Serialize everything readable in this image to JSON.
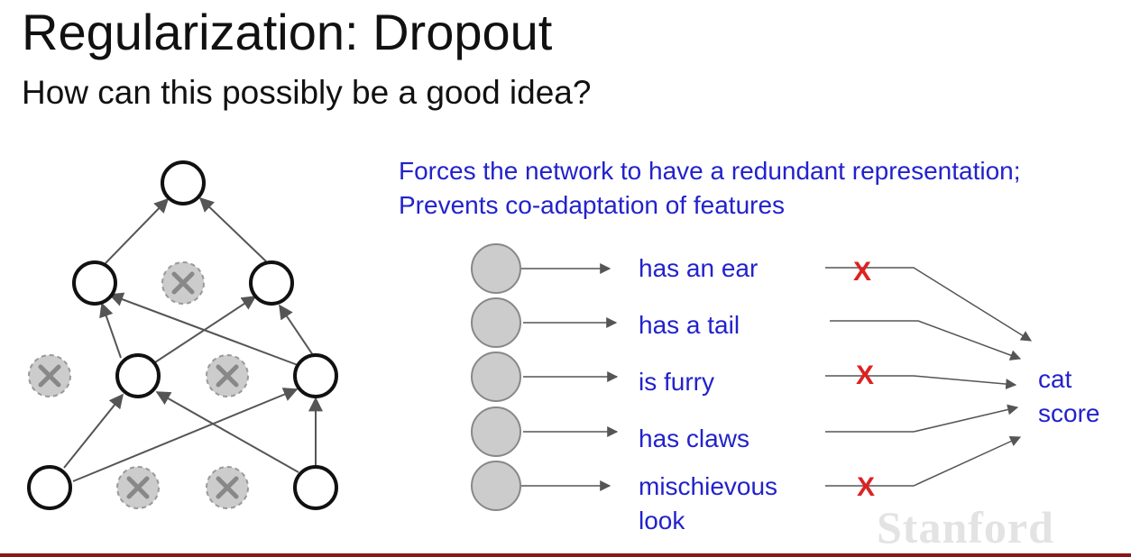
{
  "slide": {
    "title": "Regularization: Dropout",
    "subtitle": "How can this possibly be a good idea?"
  },
  "explanation": {
    "line1": "Forces the network to have a redundant representation;",
    "line2": "Prevents co-adaptation of features"
  },
  "features": [
    {
      "label_line1": "has an ear",
      "label_line2": "",
      "dropped": true
    },
    {
      "label_line1": "has a tail",
      "label_line2": "",
      "dropped": false
    },
    {
      "label_line1": "is furry",
      "label_line2": "",
      "dropped": true
    },
    {
      "label_line1": "has claws",
      "label_line2": "",
      "dropped": false
    },
    {
      "label_line1": "mischievous",
      "label_line2": "look",
      "dropped": true
    }
  ],
  "output": {
    "line1": "cat",
    "line2": "score"
  },
  "dropout_mark": "X",
  "watermark": "Stanford",
  "colors": {
    "text_blue": "#2222cc",
    "drop_red": "#dd2222",
    "arrow_gray": "#555555",
    "dropped_node_fill": "#cccccc",
    "feature_node_fill": "#cccccc",
    "accent_bar": "#8c1515"
  }
}
